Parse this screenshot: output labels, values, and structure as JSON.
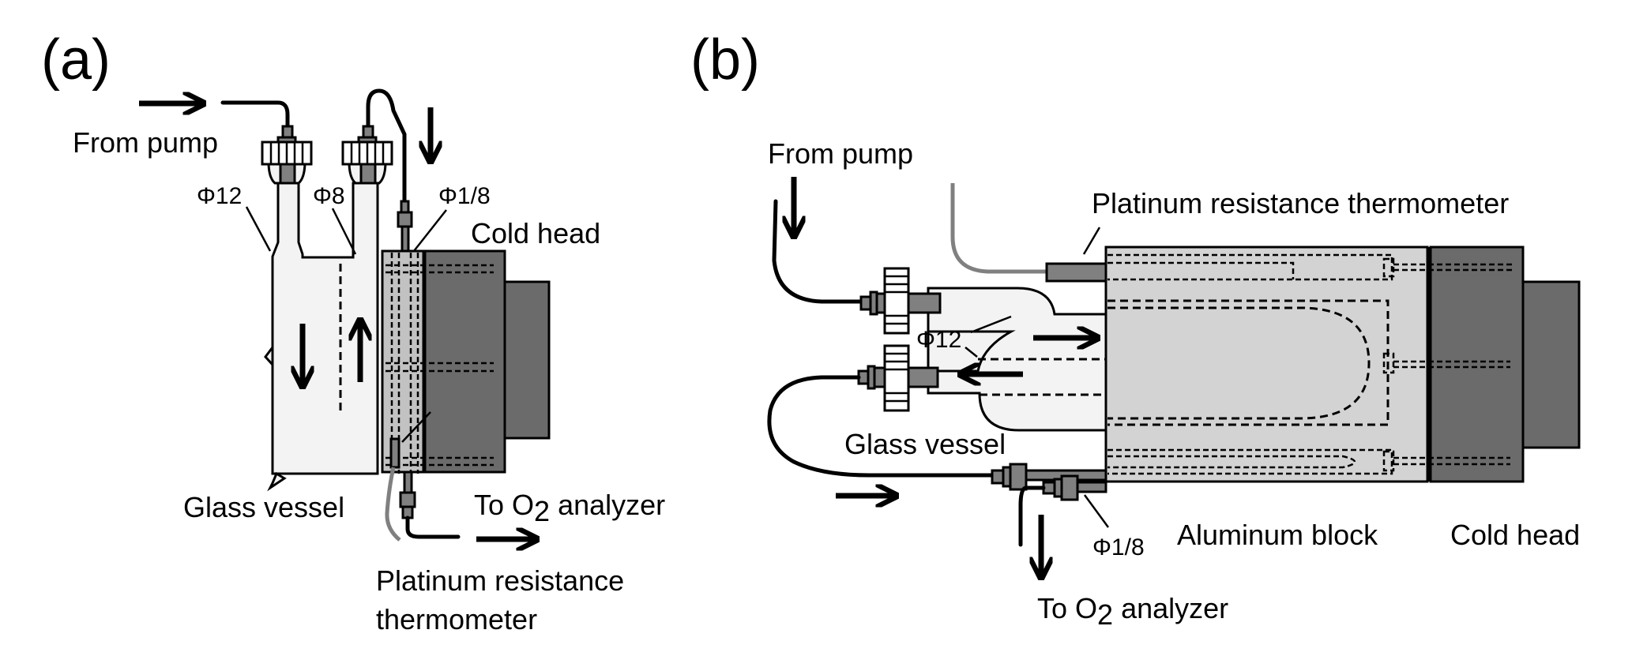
{
  "figure": {
    "panel_a": {
      "label": "(a)",
      "from_pump": "From pump",
      "phi12": "Φ12",
      "phi8": "Φ8",
      "phi18": "Φ1/8",
      "cold_head": "Cold head",
      "glass_vessel": "Glass vessel",
      "to_o2": "To O",
      "to_o2_sub": "2",
      "to_o2_rest": " analyzer",
      "prt_line1": "Platinum resistance",
      "prt_line2": "thermometer"
    },
    "panel_b": {
      "label": "(b)",
      "from_pump": "From pump",
      "prt": "Platinum resistance thermometer",
      "phi12": "Φ12",
      "glass_vessel": "Glass vessel",
      "phi18": "Φ1/8",
      "aluminum_block": "Aluminum block",
      "cold_head": "Cold head",
      "to_o2": "To O",
      "to_o2_sub": "2",
      "to_o2_rest": " analyzer"
    },
    "colors": {
      "glass": "#f3f3f3",
      "aluminum": "#d3d3d3",
      "cold_head": "#6b6b6b",
      "fitting": "#808080",
      "wire": "#808080"
    }
  }
}
